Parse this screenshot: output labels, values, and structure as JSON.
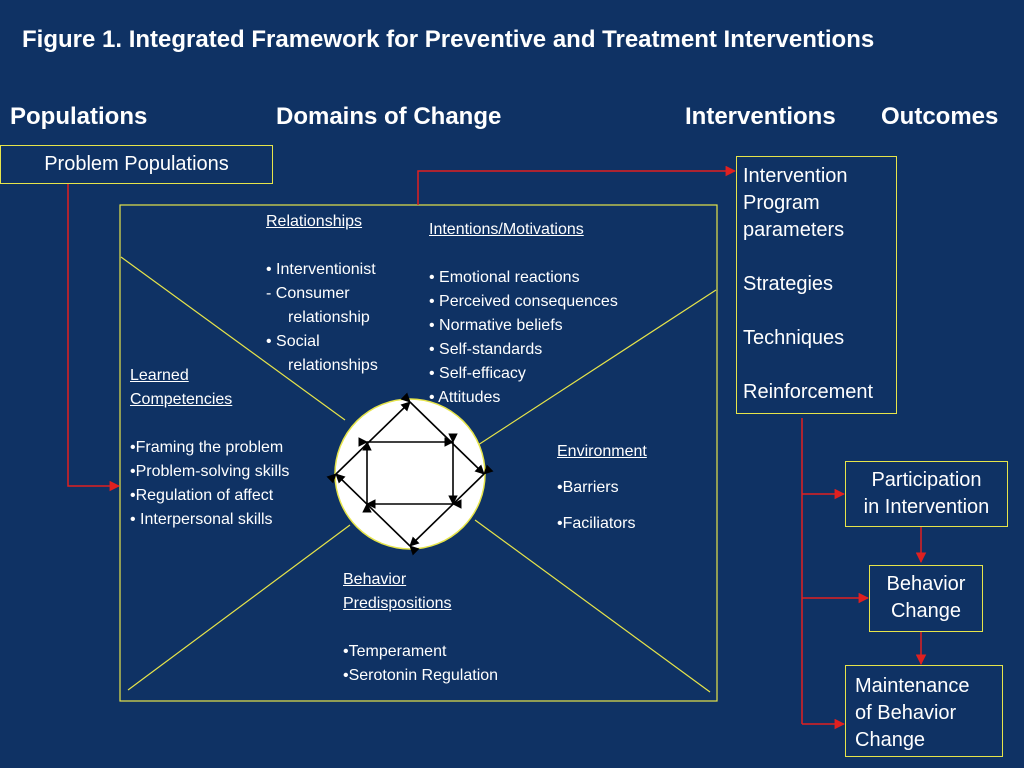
{
  "title": "Figure 1. Integrated Framework for Preventive and Treatment Interventions",
  "headers": {
    "populations": "Populations",
    "domains": "Domains of Change",
    "interventions": "Interventions",
    "outcomes": "Outcomes"
  },
  "problem_populations": "Problem Populations",
  "relationships": {
    "heading": "Relationships",
    "line1": "• Interventionist",
    "line2": "- Consumer",
    "line3": "relationship",
    "line4": "• Social",
    "line5": "relationships"
  },
  "intentions": {
    "heading": "Intentions/Motivations",
    "items": [
      "• Emotional reactions",
      "• Perceived consequences",
      "• Normative beliefs",
      "• Self-standards",
      "• Self-efficacy",
      "• Attitudes"
    ]
  },
  "learned": {
    "heading1": "Learned",
    "heading2": "Competencies",
    "items": [
      "•Framing the problem",
      "•Problem-solving skills",
      "•Regulation of affect",
      "• Interpersonal skills"
    ]
  },
  "environment": {
    "heading": "Environment",
    "items": [
      "•Barriers",
      "•Faciliators"
    ]
  },
  "behavior_pred": {
    "heading1": "Behavior",
    "heading2": "Predispositions",
    "items": [
      "•Temperament",
      "•Serotonin Regulation"
    ]
  },
  "intervention_box": {
    "line1": "Intervention",
    "line2": "Program",
    "line3": "parameters",
    "line4": "Strategies",
    "line5": "Techniques",
    "line6": "Reinforcement"
  },
  "participation": {
    "line1": "Participation",
    "line2": "in Intervention"
  },
  "behavior_change": {
    "line1": "Behavior",
    "line2": "Change"
  },
  "maintenance": {
    "line1": "Maintenance",
    "line2": "of Behavior",
    "line3": "Change"
  },
  "colors": {
    "background": "#0f3264",
    "border": "#e6e44a",
    "arrow": "#e02020",
    "text": "#ffffff"
  }
}
